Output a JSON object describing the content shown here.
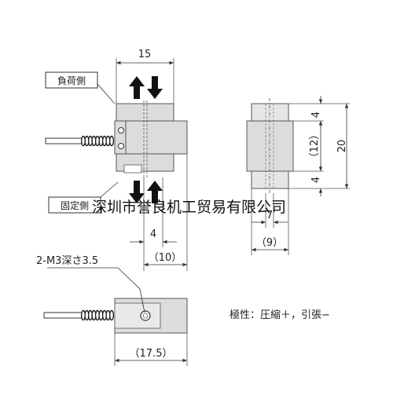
{
  "labels": {
    "load_side": "負荷側",
    "fixed_side": "固定側",
    "screw_hole": "2-M3深さ3.5",
    "polarity": "極性：圧縮＋，引張−"
  },
  "dimensions": {
    "top_width": "15",
    "cable_width": "4",
    "front_depth": "（10）",
    "side_width": "7",
    "side_depth": "（9）",
    "height_top": "4",
    "height_mid": "（12）",
    "height_bottom": "4",
    "height_total": "20",
    "bottom_length": "（17.5）"
  },
  "watermark": "深圳市誉良机工贸易有限公司",
  "colors": {
    "body": "#dcdcdc",
    "body_stroke": "#555555",
    "dim_line": "#333333",
    "arrow": "#111111",
    "coil": "#222222"
  }
}
